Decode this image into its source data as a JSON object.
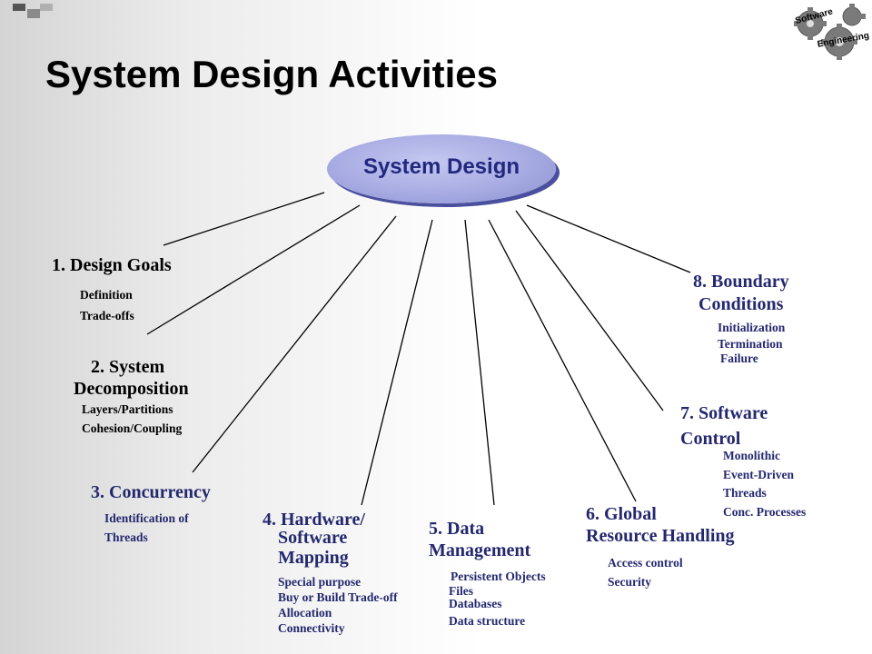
{
  "title": "System Design Activities",
  "center": "System Design",
  "logo": {
    "line1": "Software",
    "line2": "Engineering"
  },
  "colors": {
    "ellipse_fill": "#a7abe2",
    "ellipse_shadow": "#4a4f9e",
    "ellipse_text": "#22287e",
    "navy_text": "#24286e",
    "deco_square": "#8a8a8a"
  },
  "nodes": {
    "design_goals": {
      "heading": "1. Design Goals",
      "items": [
        "Definition",
        "Trade-offs"
      ]
    },
    "decomposition": {
      "heading_line1": "2. System",
      "heading_line2": "Decomposition",
      "items": [
        "Layers/Partitions",
        "Cohesion/Coupling"
      ]
    },
    "concurrency": {
      "heading": "3. Concurrency",
      "items": [
        "Identification of",
        "Threads"
      ]
    },
    "hw_sw_mapping": {
      "heading_line1": "4. Hardware/",
      "heading_line2": "Software",
      "heading_line3": "Mapping",
      "items": [
        "Special purpose",
        "Buy or Build Trade-off",
        "Allocation",
        "Connectivity"
      ]
    },
    "data_management": {
      "heading_line1": "5. Data",
      "heading_line2": "Management",
      "items": [
        "Persistent Objects",
        "Files",
        "Databases",
        "Data structure"
      ]
    },
    "global_resource": {
      "heading_line1": "6. Global",
      "heading_line2": "Resource Handling",
      "items": [
        "Access control",
        "Security"
      ]
    },
    "software_control": {
      "heading_line1": "7. Software",
      "heading_line2": "Control",
      "items": [
        "Monolithic",
        "Event-Driven",
        "Threads",
        "Conc. Processes"
      ]
    },
    "boundary": {
      "heading_line1": "8. Boundary",
      "heading_line2": "Conditions",
      "items": [
        "Initialization",
        "Termination",
        "Failure"
      ]
    }
  }
}
